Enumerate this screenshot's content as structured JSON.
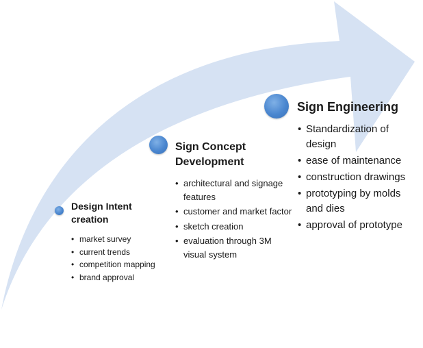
{
  "colors": {
    "arrow_fill": "#d6e2f3",
    "dot": "#4a86cf"
  },
  "stages": [
    {
      "title": "Design Intent creation",
      "items": [
        "market survey",
        "current trends",
        "competition mapping",
        "brand approval"
      ]
    },
    {
      "title": "Sign Concept Development",
      "items": [
        "architectural and signage features",
        "customer and market factor",
        "sketch creation",
        "evaluation through 3M visual system"
      ]
    },
    {
      "title": "Sign Engineering",
      "items": [
        "Standardization of design",
        "ease of maintenance",
        "construction drawings",
        "prototyping by molds and dies",
        "approval of prototype"
      ]
    }
  ]
}
